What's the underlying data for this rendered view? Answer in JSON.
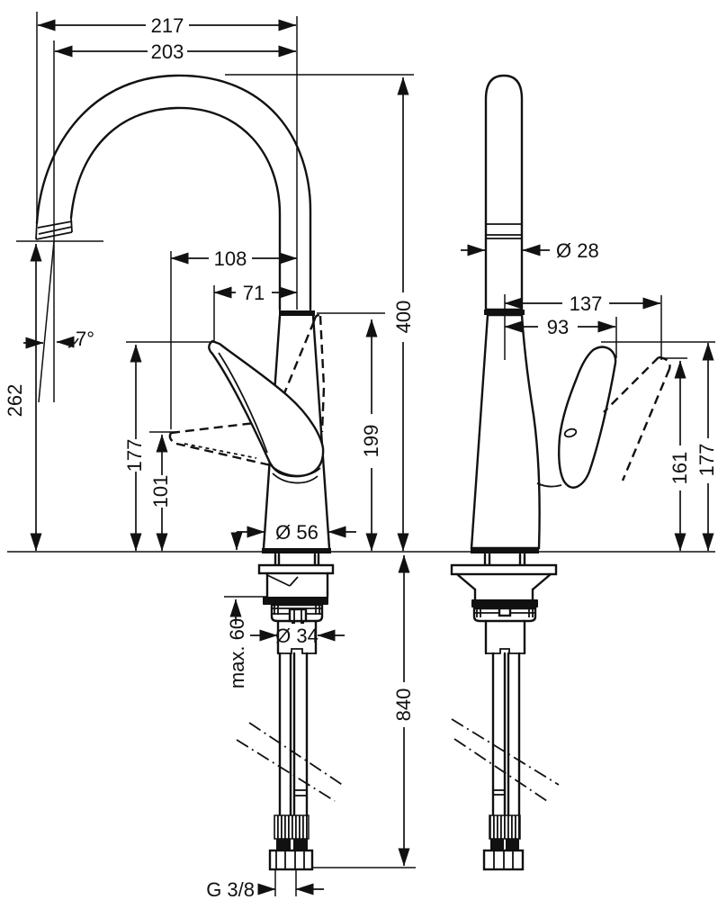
{
  "front_view": {
    "overall_width": "217",
    "spout_reach": "203",
    "handle_reach_low": "108",
    "handle_reach_high": "71",
    "spout_height": "400",
    "body_height": "199",
    "outlet_height": "262",
    "handle_tip_height": "177",
    "handle_low_height": "101",
    "base_diameter": "Ø 56",
    "outlet_angle": "7°",
    "shank_diameter": "Ø 34",
    "max_counter_thickness": "max. 60",
    "hose_length": "840",
    "thread_size": "G 3/8"
  },
  "side_view": {
    "column_diameter": "Ø 28",
    "handle_reach_back": "137",
    "handle_reach_front": "93",
    "handle_low_height": "161",
    "handle_tip_height": "177"
  }
}
